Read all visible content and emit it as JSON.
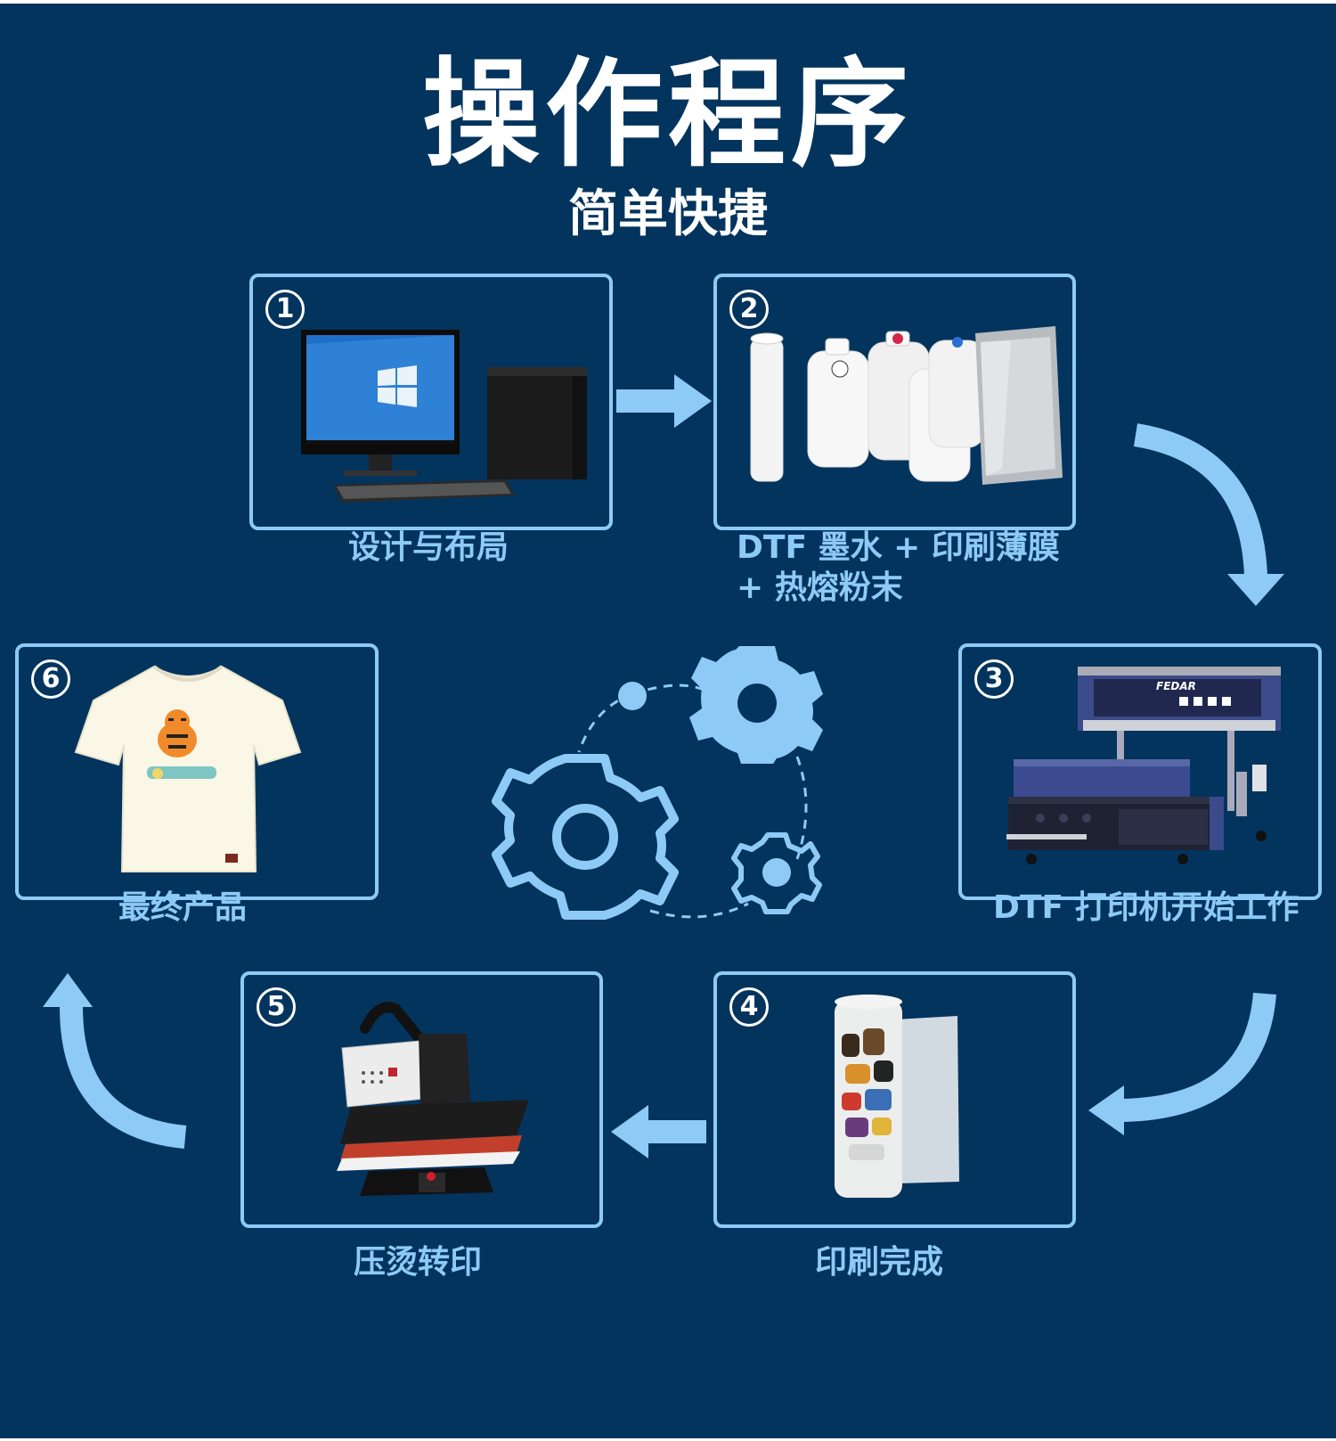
{
  "header": {
    "title": "操作程序",
    "subtitle": "简单快捷"
  },
  "steps": [
    {
      "number": "1",
      "label": "设计与布局"
    },
    {
      "number": "2",
      "label_line1": "DTF 墨水 + 印刷薄膜",
      "label_line2": "+ 热熔粉末"
    },
    {
      "number": "3",
      "label": "DTF 打印机开始工作",
      "brand": "FEDAR"
    },
    {
      "number": "4",
      "label": "印刷完成"
    },
    {
      "number": "5",
      "label": "压烫转印"
    },
    {
      "number": "6",
      "label": "最终产品"
    }
  ],
  "colors": {
    "background": "#03345e",
    "accent": "#8dcbf6",
    "text": "#ffffff"
  }
}
